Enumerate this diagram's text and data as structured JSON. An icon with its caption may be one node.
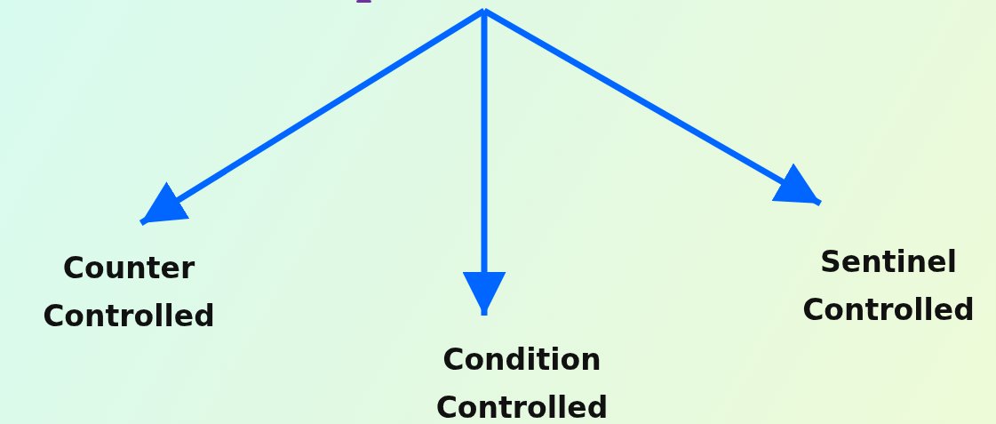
{
  "diagram": {
    "nodes": [
      {
        "text": [
          "Counter Controlled"
        ]
      },
      {
        "text": [
          "Condition Controlled"
        ]
      },
      {
        "text": [
          "Sentinel Controlled"
        ]
      }
    ],
    "edges": [
      {
        "from": null,
        "to": 0,
        "arrow": "to"
      },
      {
        "from": null,
        "to": 1,
        "arrow": "to"
      },
      {
        "from": null,
        "to": 2,
        "arrow": "to"
      }
    ]
  }
}
